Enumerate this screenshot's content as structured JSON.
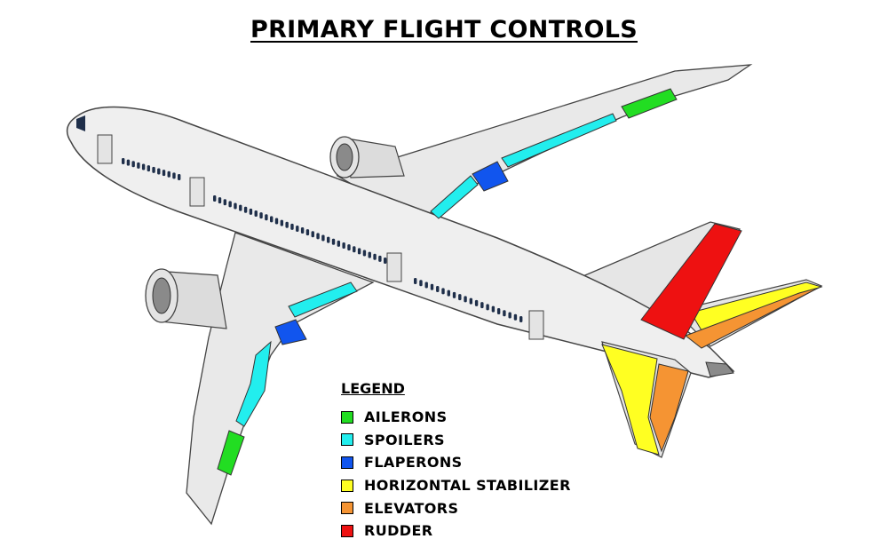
{
  "title": "PRIMARY FLIGHT CONTROLS",
  "legend": {
    "title": "LEGEND",
    "items": [
      {
        "label": "AILERONS",
        "color": "#22dd22"
      },
      {
        "label": "SPOILERS",
        "color": "#22eeee"
      },
      {
        "label": "FLAPERONS",
        "color": "#1155ee"
      },
      {
        "label": "HORIZONTAL STABILIZER",
        "color": "#ffff22"
      },
      {
        "label": "ELEVATORS",
        "color": "#f59433"
      },
      {
        "label": "RUDDER",
        "color": "#ee1111"
      }
    ]
  },
  "colors": {
    "fuselage": "#efefef",
    "wing": "#e9e9e9",
    "outline": "#444444",
    "window": "#1f2f4a"
  }
}
